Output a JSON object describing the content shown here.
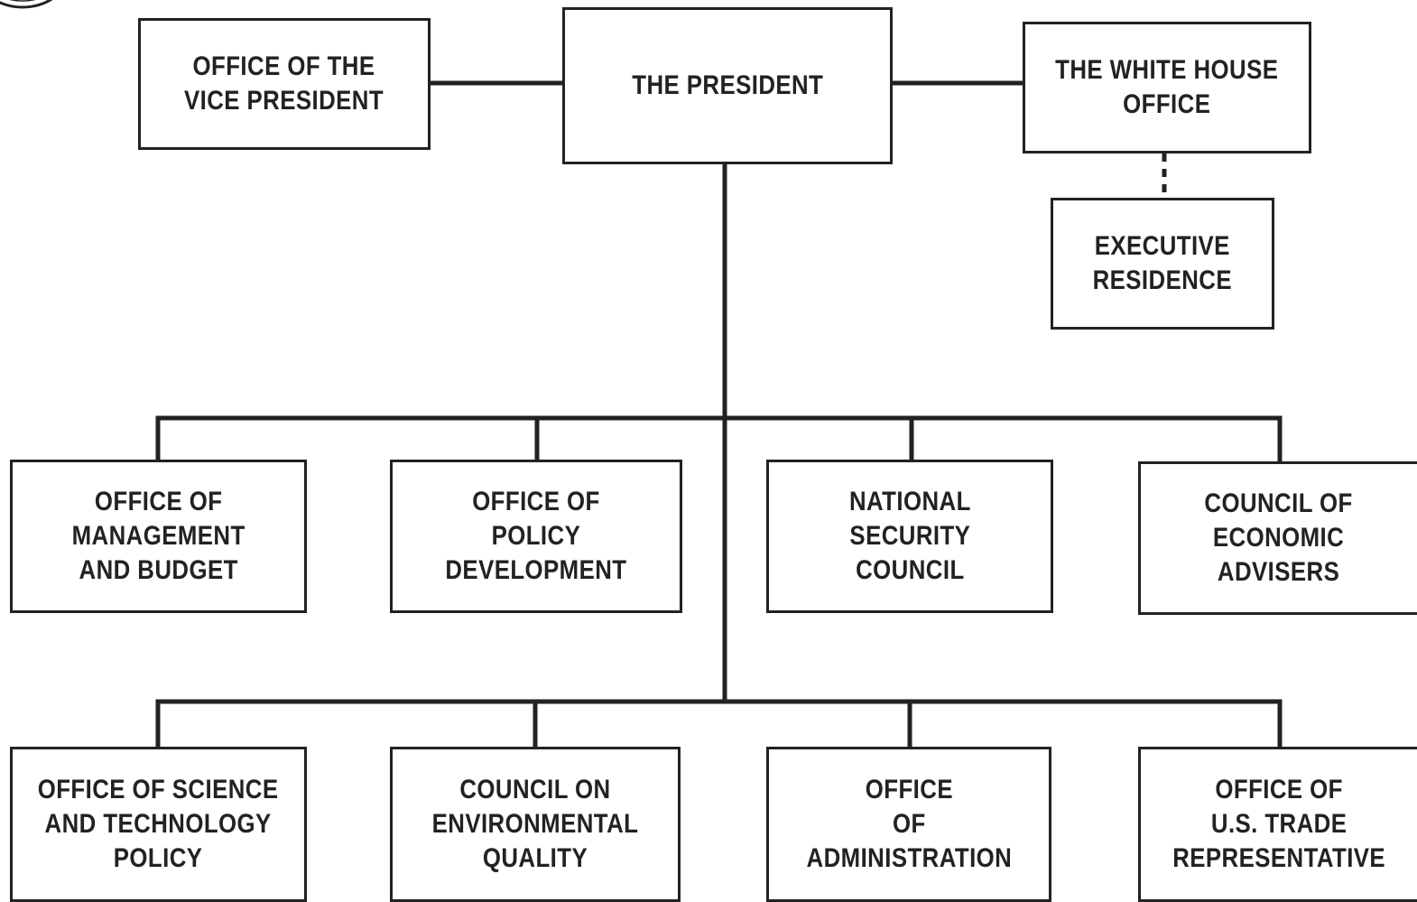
{
  "colors": {
    "line": "#222222",
    "box_border": "#222222",
    "text": "#222222",
    "background": "#ffffff"
  },
  "nodes": {
    "vice_president": {
      "label": "OFFICE OF THE\nVICE PRESIDENT"
    },
    "president": {
      "label": "THE PRESIDENT"
    },
    "white_house_office": {
      "label": "THE WHITE HOUSE\nOFFICE"
    },
    "executive_residence": {
      "label": "EXECUTIVE\nRESIDENCE"
    },
    "omb": {
      "label": "OFFICE OF\nMANAGEMENT\nAND BUDGET"
    },
    "opd": {
      "label": "OFFICE OF\nPOLICY\nDEVELOPMENT"
    },
    "nsc": {
      "label": "NATIONAL\nSECURITY\nCOUNCIL"
    },
    "cea": {
      "label": "COUNCIL OF\nECONOMIC\nADVISERS"
    },
    "ostp": {
      "label": "OFFICE OF SCIENCE\nAND TECHNOLOGY\nPOLICY"
    },
    "ceq": {
      "label": "COUNCIL ON\nENVIRONMENTAL\nQUALITY"
    },
    "oa": {
      "label": "OFFICE\nOF\nADMINISTRATION"
    },
    "ustr": {
      "label": "OFFICE OF\nU.S. TRADE\nREPRESENTATIVE"
    }
  }
}
